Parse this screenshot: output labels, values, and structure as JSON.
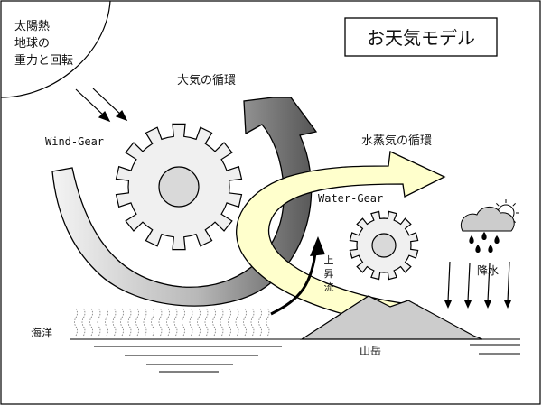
{
  "title": "お天気モデル",
  "sun_caption": [
    "太陽熱",
    "地球の",
    "重力と回転"
  ],
  "labels": {
    "wind_gear": "Wind-Gear",
    "water_gear": "Water-Gear",
    "atmosphere_cycle": "大気の循環",
    "vapor_cycle": "水蒸気の循環",
    "updraft": [
      "上",
      "昇",
      "流"
    ],
    "rain": "降水",
    "ocean": "海洋",
    "mountain": "山岳"
  },
  "colors": {
    "big_arrow_light": "#f2f2f2",
    "big_arrow_dark": "#5a5a5a",
    "vapor_arrow": "#ffffcc",
    "gear_fill": "#f0f0f0",
    "gear_hub": "#d9d9d9",
    "mountain": "#cccccc",
    "line": "#000000"
  },
  "icons": [
    "sun-icon",
    "cloud-icon",
    "rain-drop-icon",
    "gear-icon"
  ]
}
